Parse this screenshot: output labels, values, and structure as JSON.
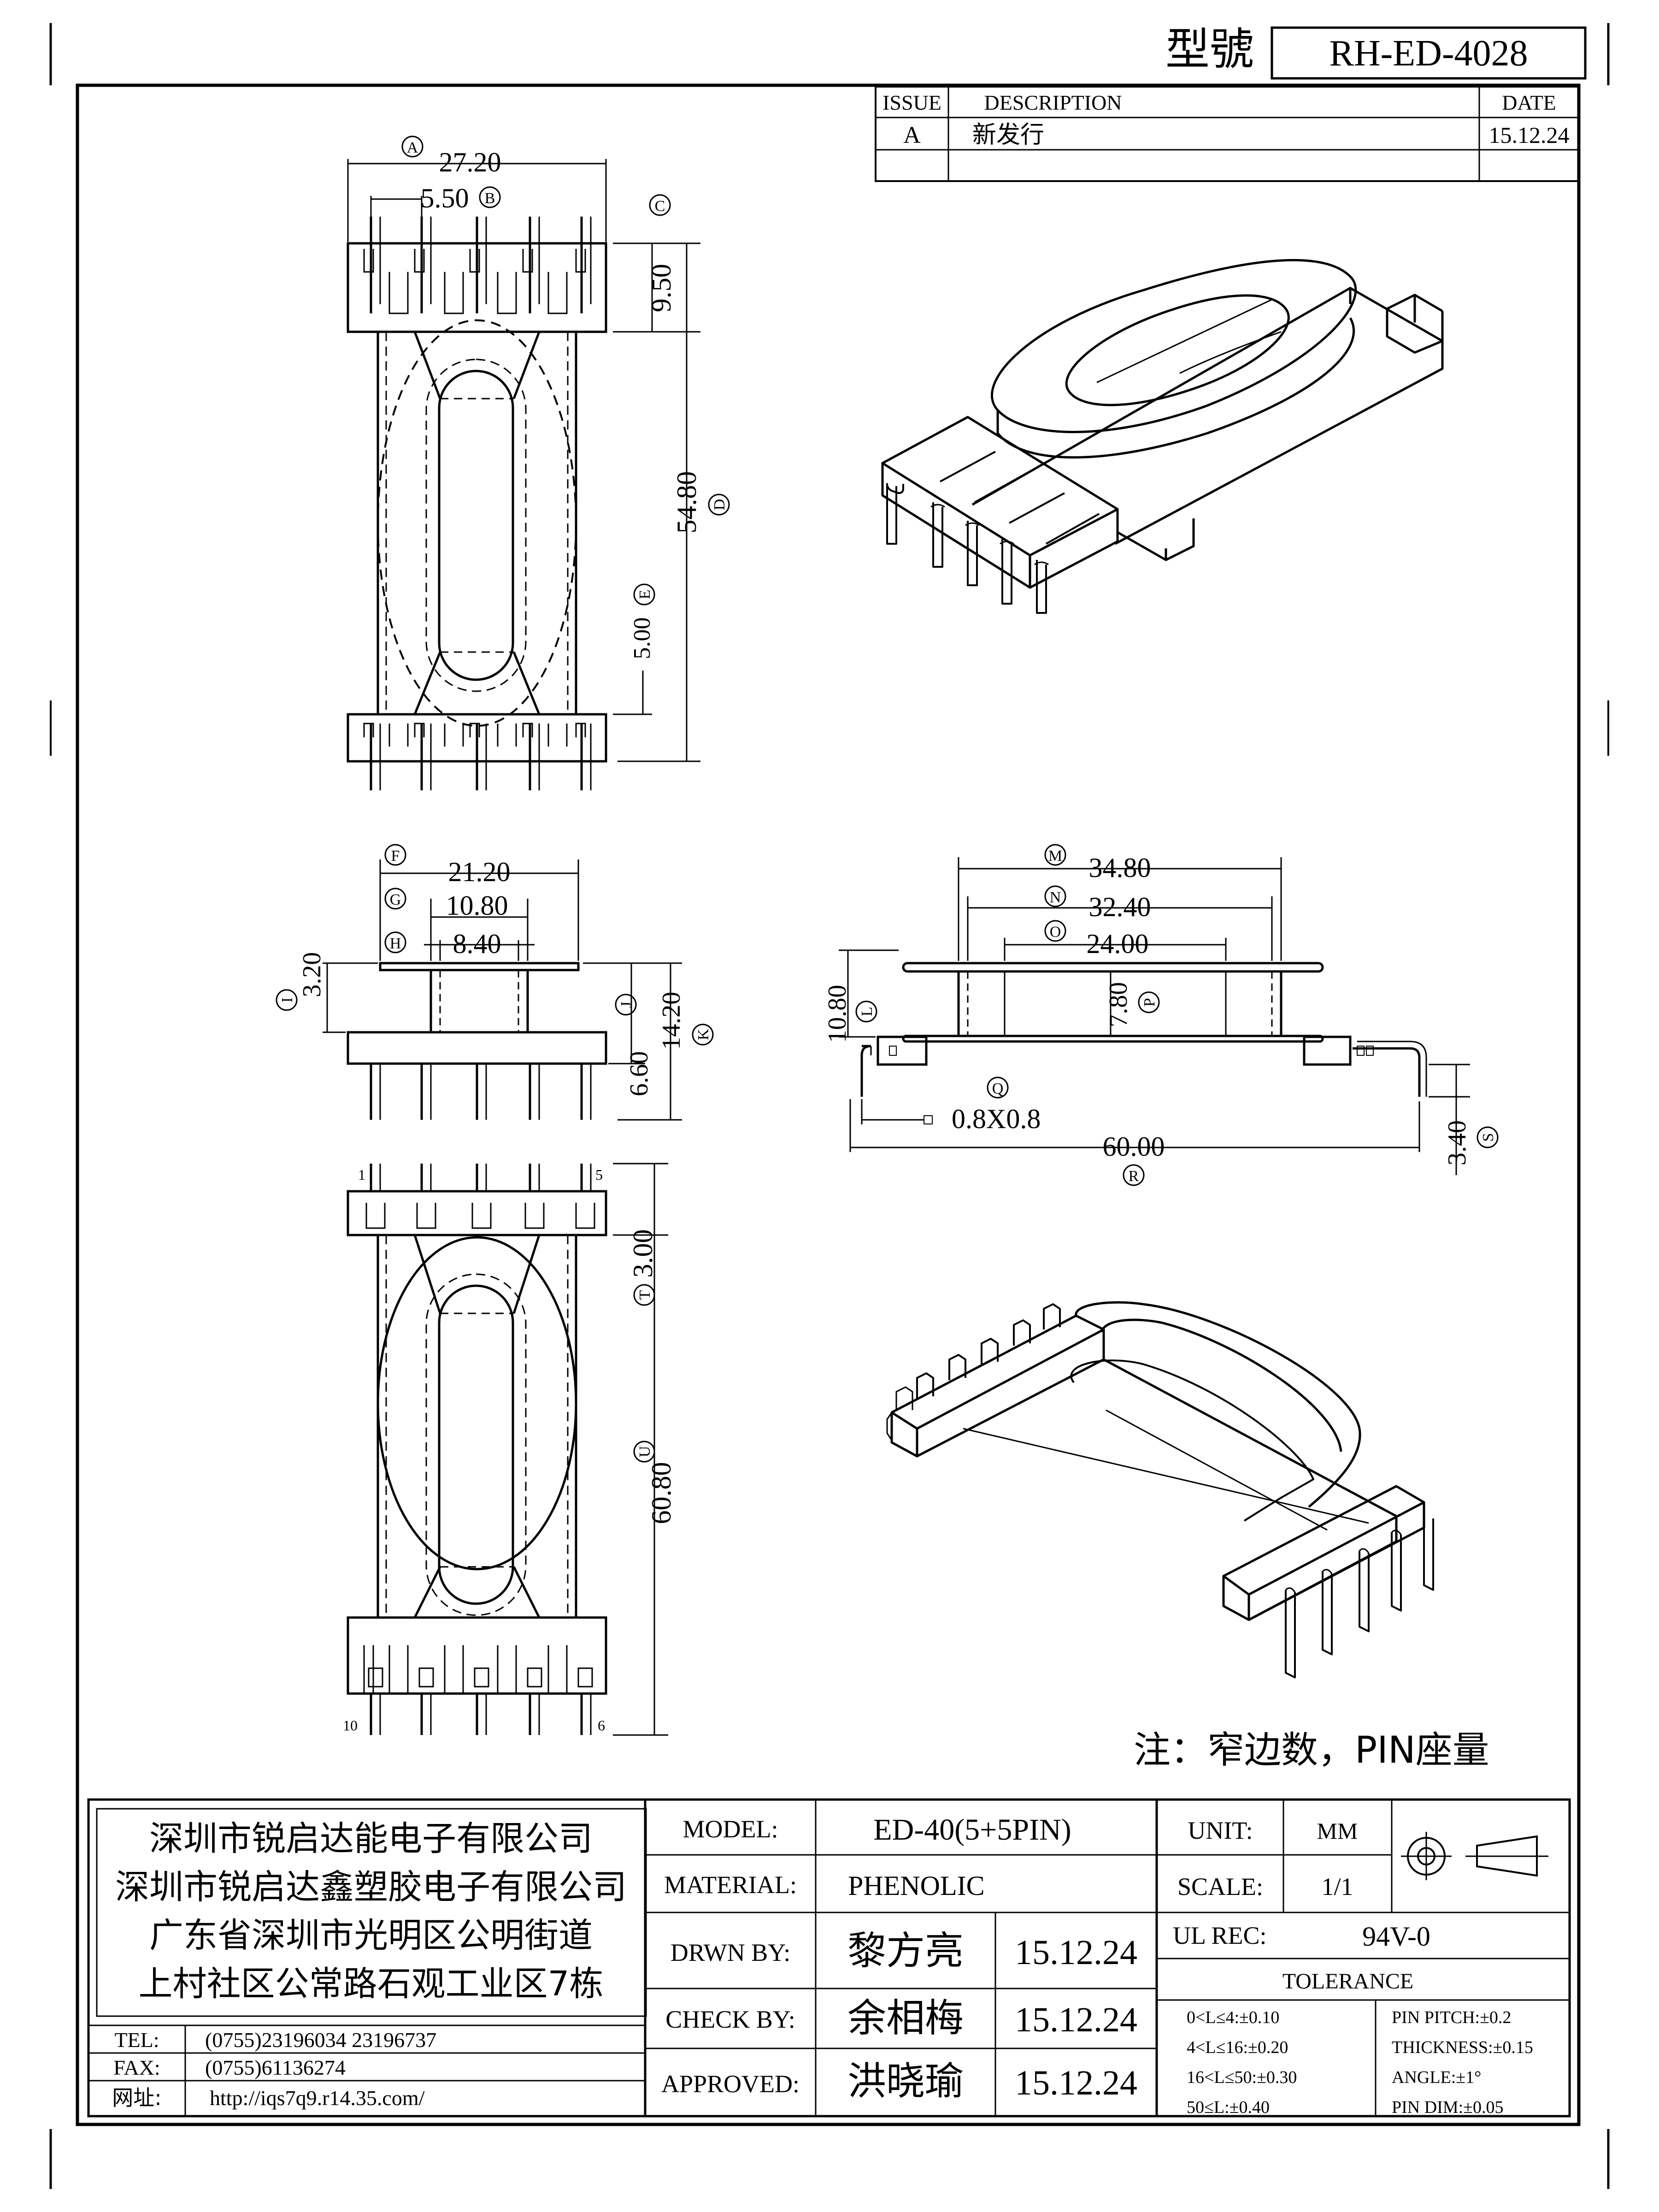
{
  "header": {
    "model_label": "型號",
    "part_no": "RH-ED-4028"
  },
  "revision": {
    "headers": [
      "ISSUE",
      "DESCRIPTION",
      "DATE"
    ],
    "rows": [
      [
        "A",
        "新发行",
        "15.12.24"
      ]
    ]
  },
  "dims_top": {
    "a": "27.20",
    "a_mark": "A",
    "b": "5.50",
    "b_mark": "B",
    "c": "9.50",
    "c_mark": "C",
    "d": "54.80",
    "d_mark": "D",
    "e": "5.00",
    "e_mark": "E"
  },
  "dims_side": {
    "f": "21.20",
    "f_mark": "F",
    "g": "10.80",
    "g_mark": "G",
    "h": "8.40",
    "h_mark": "H",
    "i": "3.20",
    "i_mark": "I",
    "j_mark": "J",
    "k": "14.20",
    "k_mark": "K",
    "j": "6.60"
  },
  "dims_front": {
    "m": "34.80",
    "m_mark": "M",
    "n": "32.40",
    "n_mark": "N",
    "o": "24.00",
    "o_mark": "O",
    "l": "10.80",
    "l_mark": "L",
    "p": "7.80",
    "p_mark": "P",
    "q": "0.8X0.8",
    "q_mark": "Q",
    "r": "60.00",
    "r_mark": "R",
    "s": "3.40",
    "s_mark": "S"
  },
  "dims_bottom": {
    "pin1": "1",
    "pin5": "5",
    "pin6": "6",
    "pin10": "10",
    "t": "3.00",
    "t_mark": "T",
    "u": "60.80",
    "u_mark": "U"
  },
  "note": "注：窄边数，PIN座量",
  "company": {
    "lines": [
      "深圳市锐启达能电子有限公司",
      "深圳市锐启达鑫塑胶电子有限公司",
      "广东省深圳市光明区公明街道",
      "上村社区公常路石观工业区7栋"
    ],
    "tel_label": "TEL:",
    "tel": "(0755)23196034   23196737",
    "fax_label": "FAX:",
    "fax": "(0755)61136274",
    "web_label": "网址:",
    "web": "http://iqs7q9.r14.35.com/"
  },
  "title_block": {
    "model_label": "MODEL:",
    "model": "ED-40(5+5PIN)",
    "material_label": "MATERIAL:",
    "material": "PHENOLIC",
    "drawn_label": "DRWN BY:",
    "drawn": "黎方亮",
    "drawn_date": "15.12.24",
    "check_label": "CHECK BY:",
    "check": "余相梅",
    "check_date": "15.12.24",
    "approved_label": "APPROVED:",
    "approved": "洪晓瑜",
    "approved_date": "15.12.24",
    "unit_label": "UNIT:",
    "unit": "MM",
    "scale_label": "SCALE:",
    "scale": "1/1",
    "ul_label": "UL REC:",
    "ul": "94V-0",
    "tolerance_label": "TOLERANCE",
    "tol_left": [
      "0<L≤4:±0.10",
      "4<L≤16:±0.20",
      "16<L≤50:±0.30",
      "50≤L:±0.40"
    ],
    "tol_right": [
      "PIN PITCH:±0.2",
      "THICKNESS:±0.15",
      "ANGLE:±1°",
      "PIN DIM:±0.05"
    ]
  }
}
